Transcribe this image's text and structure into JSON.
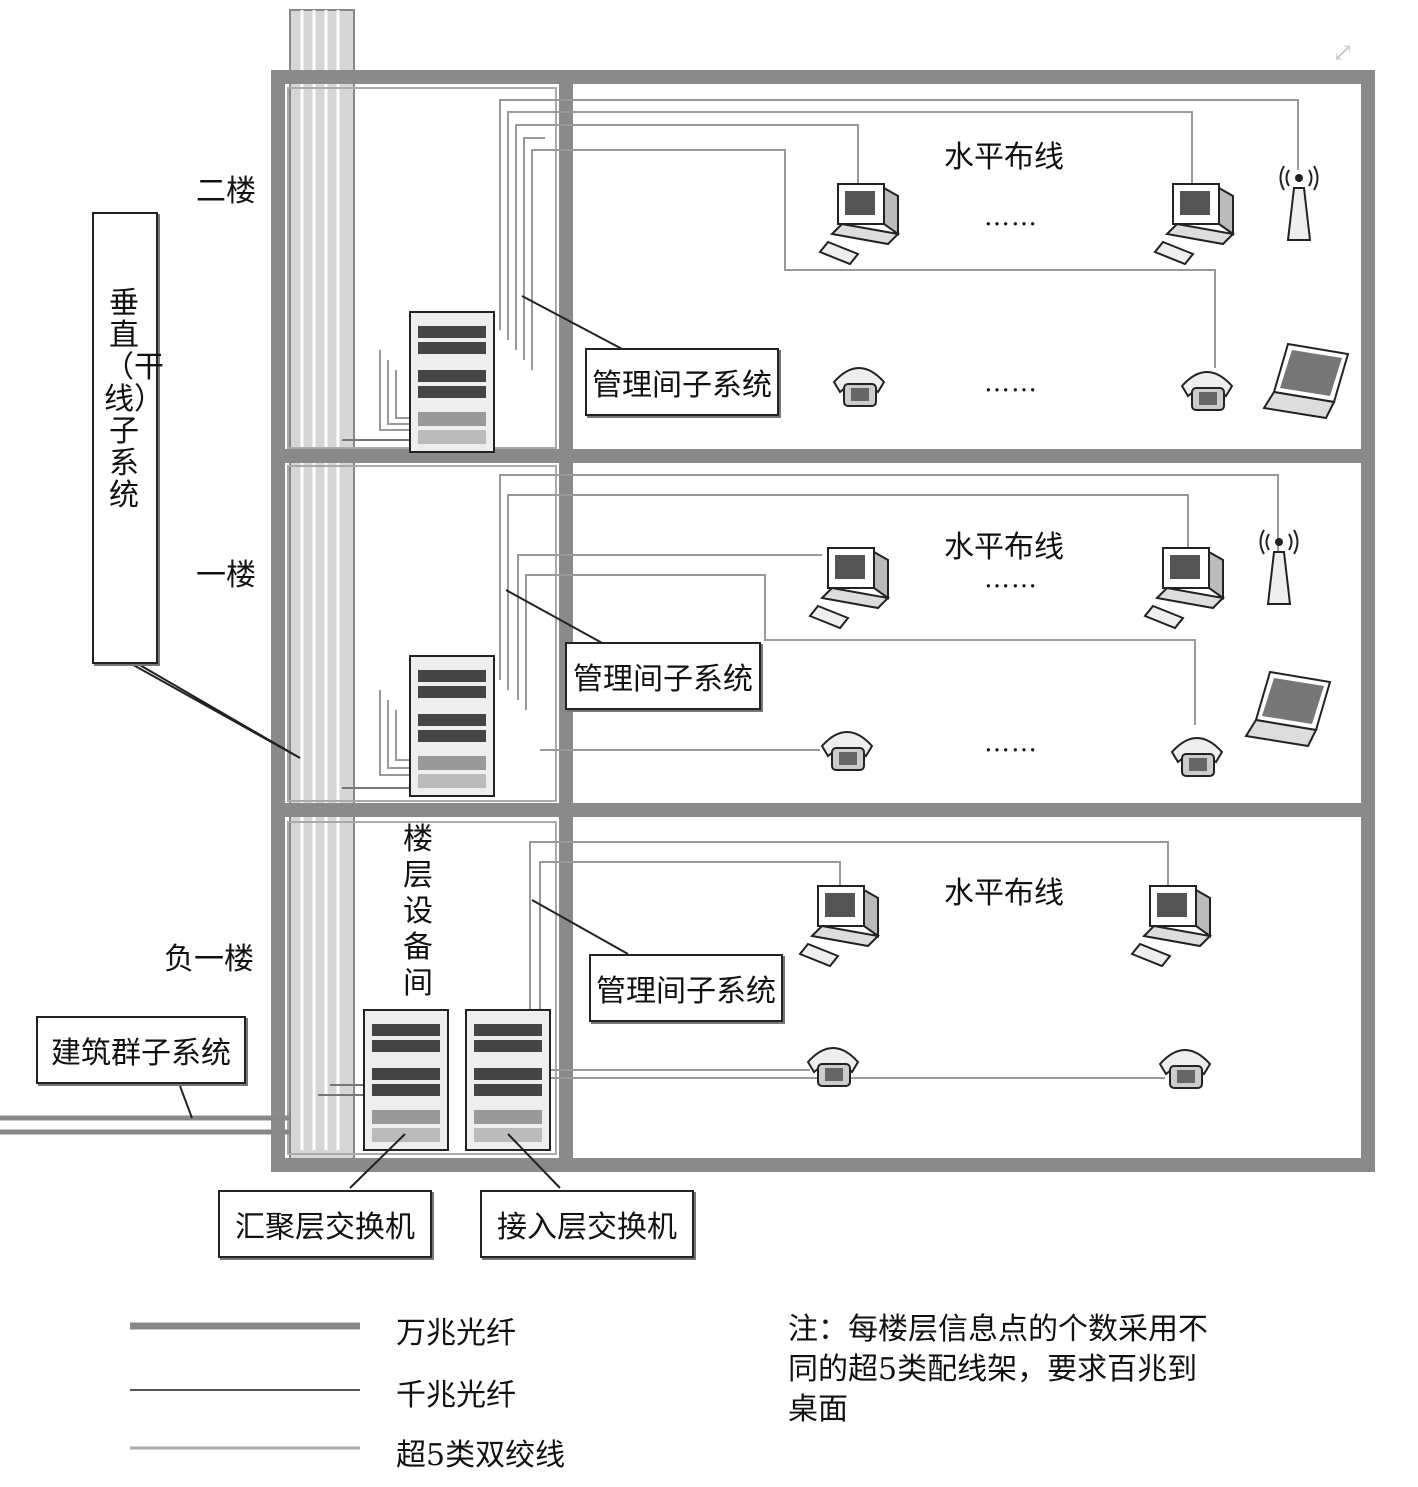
{
  "floors": [
    {
      "id": "f2",
      "label": "二楼",
      "horizontal": "水平布线",
      "mgmt": "管理间子系统",
      "dots1": "……",
      "dots2": "……"
    },
    {
      "id": "f1",
      "label": "一楼",
      "horizontal": "水平布线",
      "mgmt": "管理间子系统",
      "dots1": "……",
      "dots2": "……"
    },
    {
      "id": "fb1",
      "label": "负一楼",
      "horizontal": "水平布线",
      "mgmt": "管理间子系统"
    }
  ],
  "vertical_subsystem": "垂直（干线）子系统",
  "equipment_room": "楼层设备间",
  "campus_subsystem": "建筑群子系统",
  "aggregation_switch": "汇聚层交换机",
  "access_switch": "接入层交换机",
  "legend": [
    {
      "label": "万兆光纤",
      "color": "#888888"
    },
    {
      "label": "千兆光纤",
      "color": "#555555"
    },
    {
      "label": "超5类双绞线",
      "color": "#aaaaaa"
    }
  ],
  "note": "注：每楼层信息点的个数采用不同的超5类配线架，要求百兆到桌面",
  "icons": [
    "desktop-computer-icon",
    "telephone-icon",
    "wireless-ap-icon",
    "laptop-icon",
    "server-rack-icon",
    "expand-icon"
  ]
}
